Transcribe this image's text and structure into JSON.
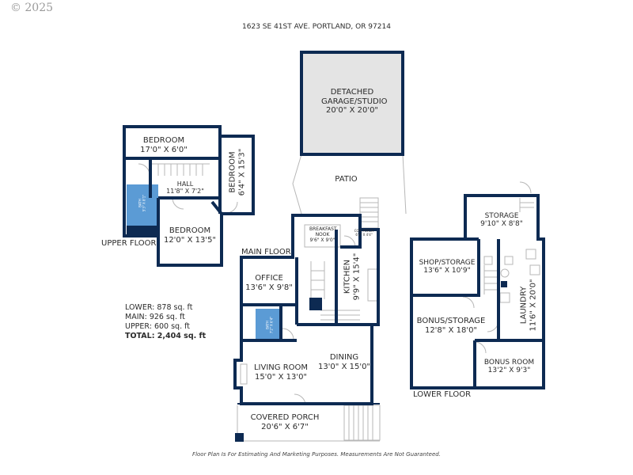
{
  "copyright": "© 2025",
  "address": "1623 SE 41ST AVE. PORTLAND, OR 97214",
  "disclaimer": "Floor Plan Is For Estimating And Marketing Purposes. Measurements Are Not Guaranteed.",
  "colors": {
    "wall": "#0d2a52",
    "bath": "#5b9bd5",
    "garage": "#e4e4e4",
    "thin": "#b7b7b7"
  },
  "square_footage": {
    "lower": "LOWER: 878 sq. ft",
    "main": "MAIN: 926 sq. ft",
    "upper": "UPPER: 600 sq. ft",
    "total": "TOTAL: 2,404 sq. ft"
  },
  "floors": {
    "upper": {
      "label": "UPPER FLOOR",
      "rooms": [
        {
          "name": "BEDROOM",
          "dims": "17'0\" X 6'0\""
        },
        {
          "name": "BEDROOM",
          "dims": "6'4\" X 15'3\""
        },
        {
          "name": "HALL",
          "dims": "11'8\" X 7'2\""
        },
        {
          "name": "BATH",
          "dims": "5'3\" X 8'1\""
        },
        {
          "name": "BEDROOM",
          "dims": "12'0\" X 13'5\""
        }
      ]
    },
    "main": {
      "label": "MAIN FLOOR",
      "rooms": [
        {
          "name": "DETACHED GARAGE/STUDIO",
          "dims": "20'0\" X 20'0\""
        },
        {
          "name": "PATIO",
          "dims": ""
        },
        {
          "name": "BREAKFAST NOOK",
          "dims": "9'6\" X 9'0\""
        },
        {
          "name": "COV. PORCH",
          "dims": "6'2\" X 4'4\""
        },
        {
          "name": "OFFICE",
          "dims": "13'6\" X 9'8\""
        },
        {
          "name": "KITCHEN",
          "dims": "9'9\" X 15'4\""
        },
        {
          "name": "BATH",
          "dims": "7'2\" X 6'4\""
        },
        {
          "name": "DINING",
          "dims": "13'0\" X 15'0\""
        },
        {
          "name": "LIVING ROOM",
          "dims": "15'0\" X 13'0\""
        },
        {
          "name": "COVERED PORCH",
          "dims": "20'6\" X 6'7\""
        }
      ]
    },
    "lower": {
      "label": "LOWER FLOOR",
      "rooms": [
        {
          "name": "STORAGE",
          "dims": "9'10\" X 8'8\""
        },
        {
          "name": "SHOP/STORAGE",
          "dims": "13'6\" X 10'9\""
        },
        {
          "name": "LAUNDRY",
          "dims": "11'6\" X 20'0\""
        },
        {
          "name": "BONUS/STORAGE",
          "dims": "12'8\" X 18'0\""
        },
        {
          "name": "BONUS ROOM",
          "dims": "13'2\" X 9'3\""
        }
      ]
    }
  }
}
